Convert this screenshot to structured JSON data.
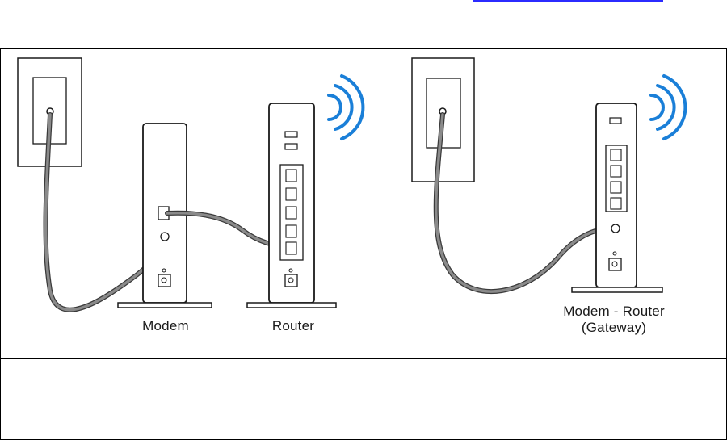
{
  "link": {
    "color": "#2b2bff"
  },
  "colors": {
    "wifi": "#1a7fd8",
    "cable": "#8a8a8a",
    "cable_outline": "#3a3a3a",
    "device": "#ffffff",
    "stroke": "#1a1a1a"
  },
  "left_panel": {
    "modem_label": "Modem",
    "router_label": "Router"
  },
  "right_panel": {
    "gateway_label_line1": "Modem - Router",
    "gateway_label_line2": "(Gateway)"
  },
  "captions": {
    "left": "",
    "right": ""
  }
}
